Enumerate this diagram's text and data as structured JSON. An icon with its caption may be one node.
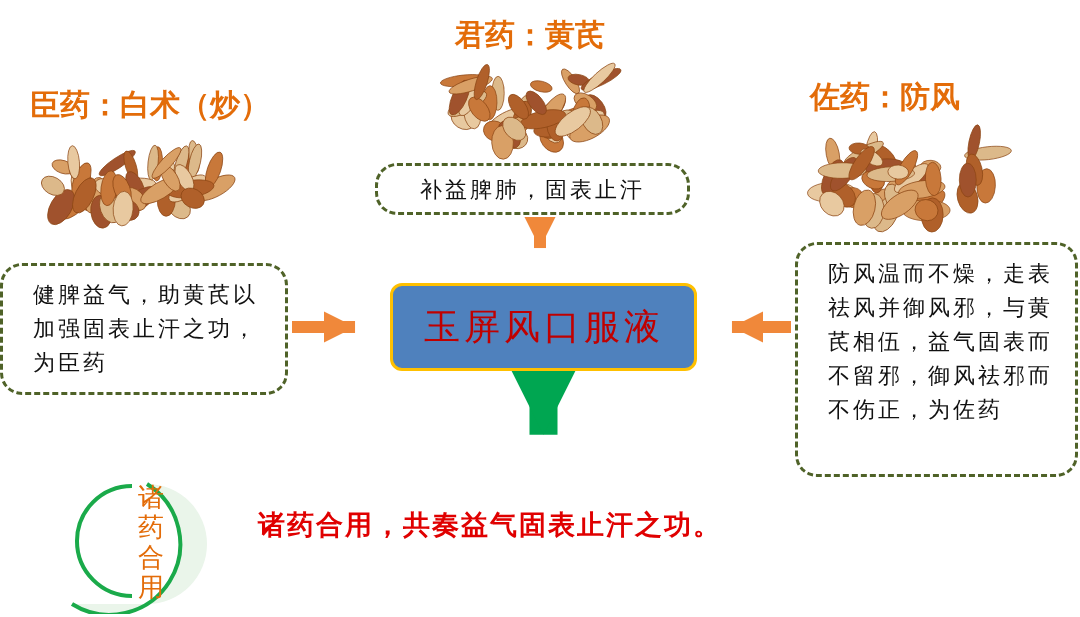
{
  "diagram": {
    "nodes": [
      {
        "text": [
          "君药：黄芪",
          "补益脾肺，固表止汗"
        ]
      },
      {
        "text": [
          "臣药：白术（炒）",
          "健脾益气，助黄芪以加强固表止汗之功，为臣药"
        ]
      },
      {
        "text": [
          "佐药：防风",
          "防风温而不燥，走表祛风并御风邪，与黄芪相伍，益气固表而不留邪，御风祛邪而不伤正，为佐药"
        ]
      },
      {
        "text": [
          "玉屏风口服液"
        ]
      },
      {
        "text": [
          "诸药合用，共奏益气固表止汗之功。"
        ]
      },
      {
        "text": [
          "诸药合用"
        ]
      }
    ],
    "edges": [
      {
        "from": 0,
        "to": 3,
        "arrow": "to"
      },
      {
        "from": 1,
        "to": 3,
        "arrow": "to"
      },
      {
        "from": 2,
        "to": 3,
        "arrow": "to"
      },
      {
        "from": 3,
        "to": 4,
        "arrow": "to",
        "style": "thick",
        "color": "#00a651"
      }
    ]
  }
}
